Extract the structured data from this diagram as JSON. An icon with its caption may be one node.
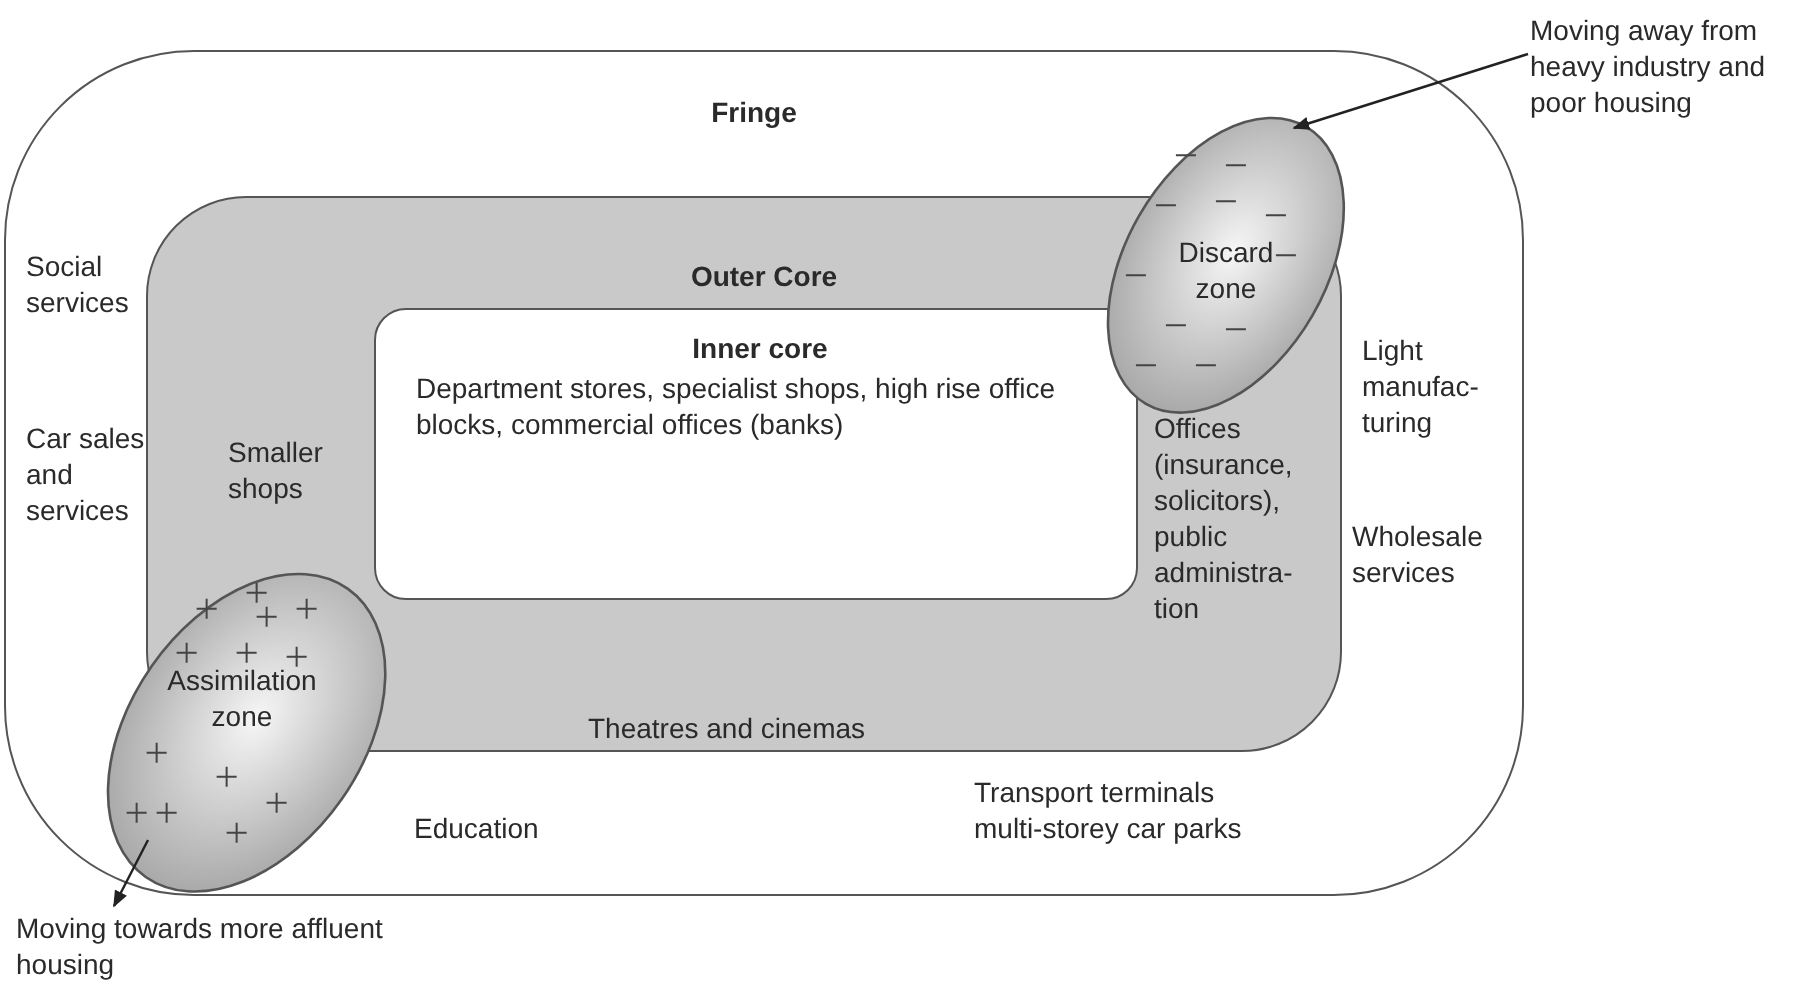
{
  "diagram": {
    "nodes": [
      {
        "text": [
          "Fringe",
          "Social services",
          "Car sales and services",
          "Light manufac-turing",
          "Wholesale services",
          "Education",
          "Transport terminals multi-storey car parks"
        ]
      },
      {
        "text": [
          "Outer Core",
          "Smaller shops",
          "Offices (insurance, solicitors), public administra-tion",
          "Theatres and cinemas"
        ],
        "in": 0
      },
      {
        "text": [
          "Inner core",
          "Department stores, specialist shops, high rise office blocks, commercial offices (banks)"
        ],
        "in": 1
      },
      {
        "text": [
          "Discard zone"
        ],
        "in": 0
      },
      {
        "text": [
          "Assimilation zone"
        ],
        "in": 0
      },
      {
        "text": [
          "Moving away from heavy industry and poor housing"
        ]
      },
      {
        "text": [
          "Moving towards more affluent housing"
        ]
      }
    ],
    "edges": [
      {
        "from": 5,
        "to": 3,
        "arrow": "to"
      },
      {
        "from": 4,
        "to": 6,
        "arrow": "to"
      }
    ]
  }
}
